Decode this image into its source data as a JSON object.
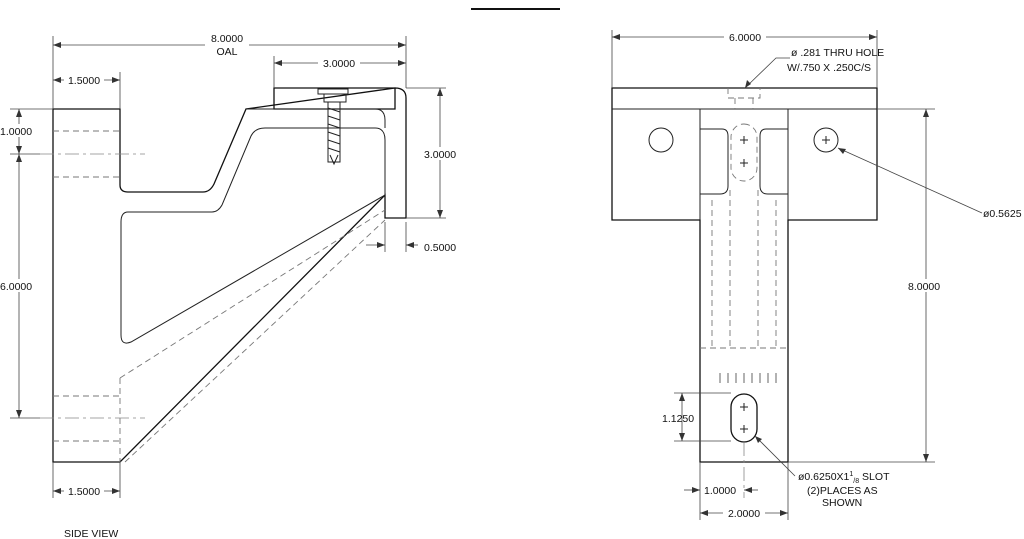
{
  "view_label": "SIDE VIEW",
  "side": {
    "oal_value": "8.0000",
    "oal_note": "OAL",
    "top_width": "3.0000",
    "left_width_top": "1.5000",
    "left_width_bottom": "1.5000",
    "top_height": "1.0000",
    "mid_height": "6.0000",
    "lip_height": "3.0000",
    "lip_thickness": "0.5000"
  },
  "front": {
    "width_top": "6.0000",
    "hole_note_line1": "ø .281 THRU HOLE",
    "hole_note_line2": "W/.750 X .250C/S",
    "hole_dia": "ø0.5625",
    "height": "8.0000",
    "slot_len": "1.1250",
    "slot_note_line1_pre": "ø0.6250X1",
    "slot_note_line1_frac_num": "1",
    "slot_note_line1_frac_den": "8",
    "slot_note_line1_post": " SLOT",
    "slot_note_line2": "(2)PLACES AS",
    "slot_note_line3": "SHOWN",
    "slot_offset": "1.0000",
    "bottom_width": "2.0000"
  }
}
